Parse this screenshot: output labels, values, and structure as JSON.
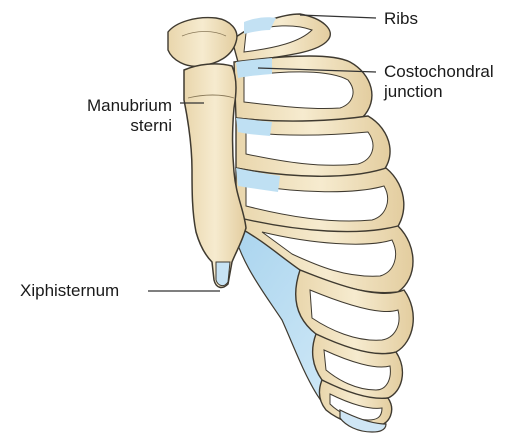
{
  "labels": {
    "ribs": "Ribs",
    "costochondral": [
      "Costochondral",
      "junction"
    ],
    "manubrium": [
      "Manubrium",
      "sterni"
    ],
    "xiphisternum": "Xiphisternum"
  },
  "colors": {
    "bone": "#f1e3c2",
    "bone_shadow": "#dcc79a",
    "bone_outline": "#3f3a30",
    "cartilage": "#b8dcf1",
    "cartilage_light": "#d9edf8",
    "cavity": "#ffffff",
    "leader_line": "#333333"
  }
}
